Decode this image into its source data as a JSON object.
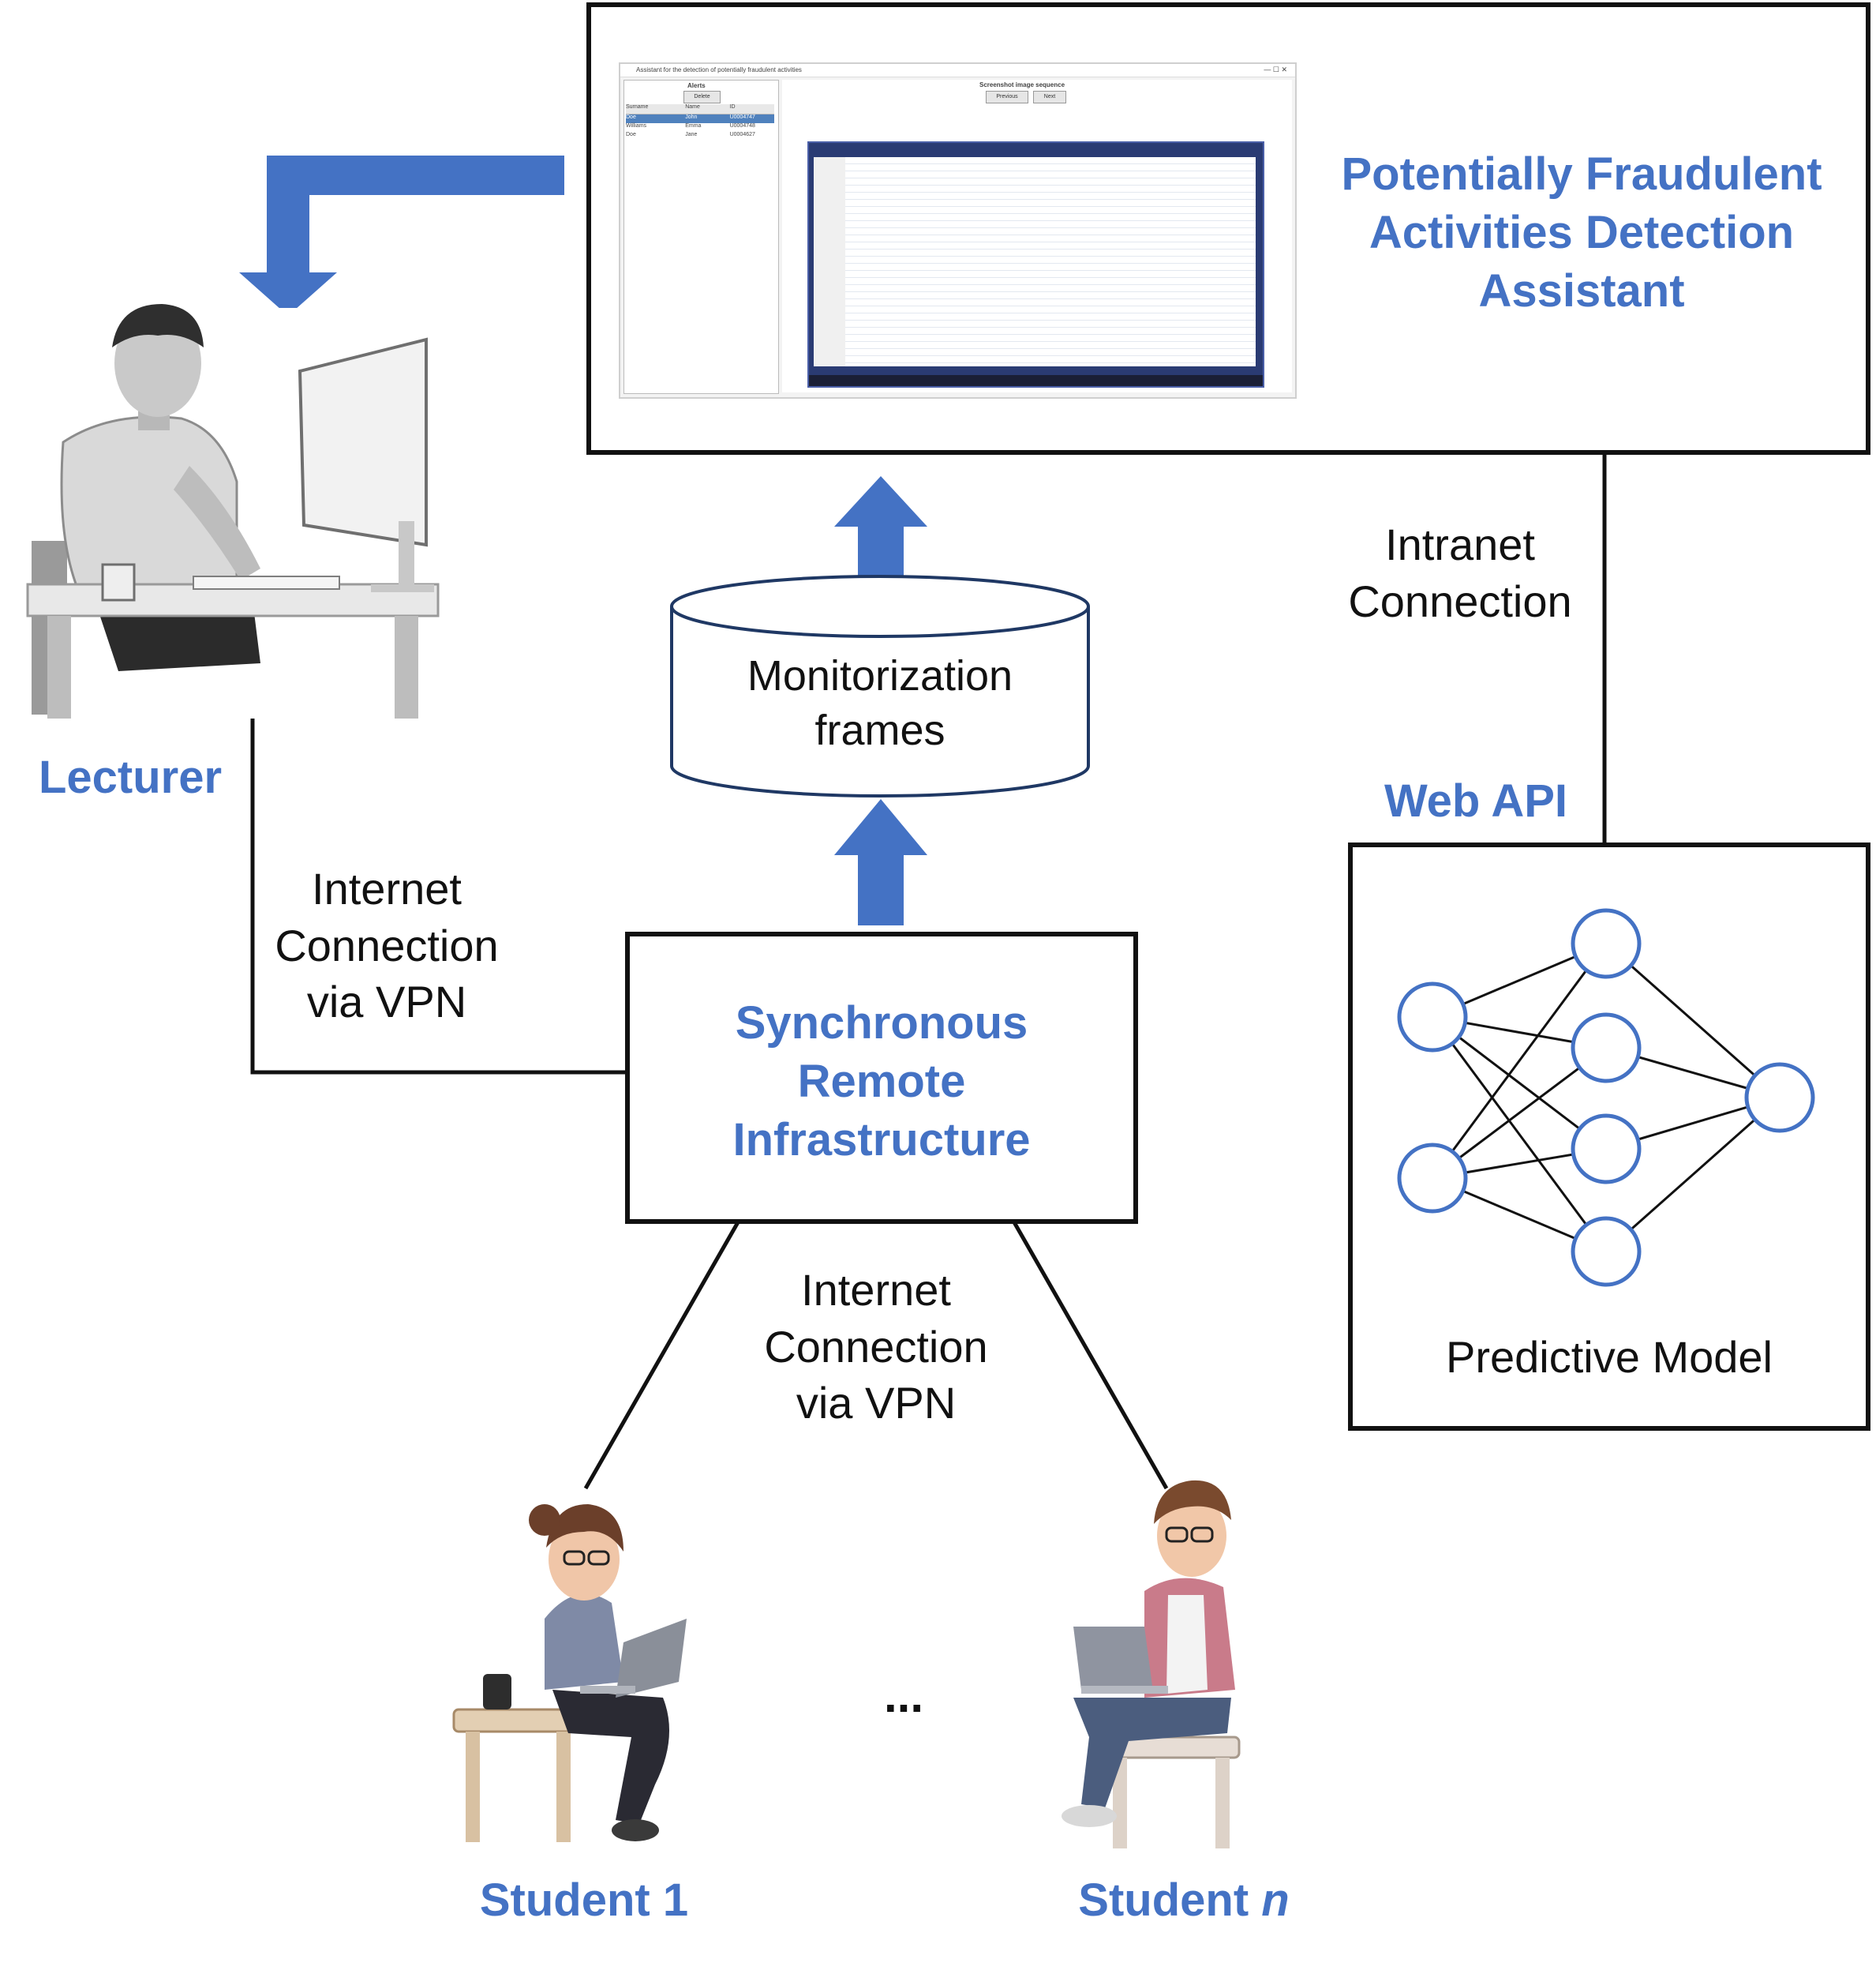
{
  "diagram": {
    "assistant": {
      "title_lines": [
        "Potentially Fraudulent",
        "Activities Detection",
        "Assistant"
      ],
      "window": {
        "title": "Assistant for the detection of potentially fraudulent activities",
        "alerts_header": "Alerts",
        "delete_button": "Delete",
        "columns": [
          "Surname",
          "Name",
          "ID"
        ],
        "rows": [
          [
            "Doe",
            "John",
            "U0004747"
          ],
          [
            "Williams",
            "Emma",
            "U0004748"
          ],
          [
            "Doe",
            "Jane",
            "U0004627"
          ]
        ],
        "sequence_header": "Screenshot image sequence",
        "previous_button": "Previous",
        "next_button": "Next"
      }
    },
    "lecturer_label": "Lecturer",
    "intranet_label_lines": [
      "Intranet",
      "Connection"
    ],
    "web_api_label": "Web API",
    "predictive_model_label": "Predictive Model",
    "frames_label_lines": [
      "Monitorization",
      "frames"
    ],
    "infra_label_lines": [
      "Synchronous",
      "Remote",
      "Infrastructure"
    ],
    "internet_vpn_lecturer_lines": [
      "Internet",
      "Connection",
      "via VPN"
    ],
    "internet_vpn_students_lines": [
      "Internet",
      "Connection",
      "via VPN"
    ],
    "ellipsis": "...",
    "student_1_label": "Student 1",
    "student_n_prefix": "Student ",
    "student_n_suffix": "n",
    "colors": {
      "accent": "#4472c4",
      "line": "#111111"
    }
  }
}
